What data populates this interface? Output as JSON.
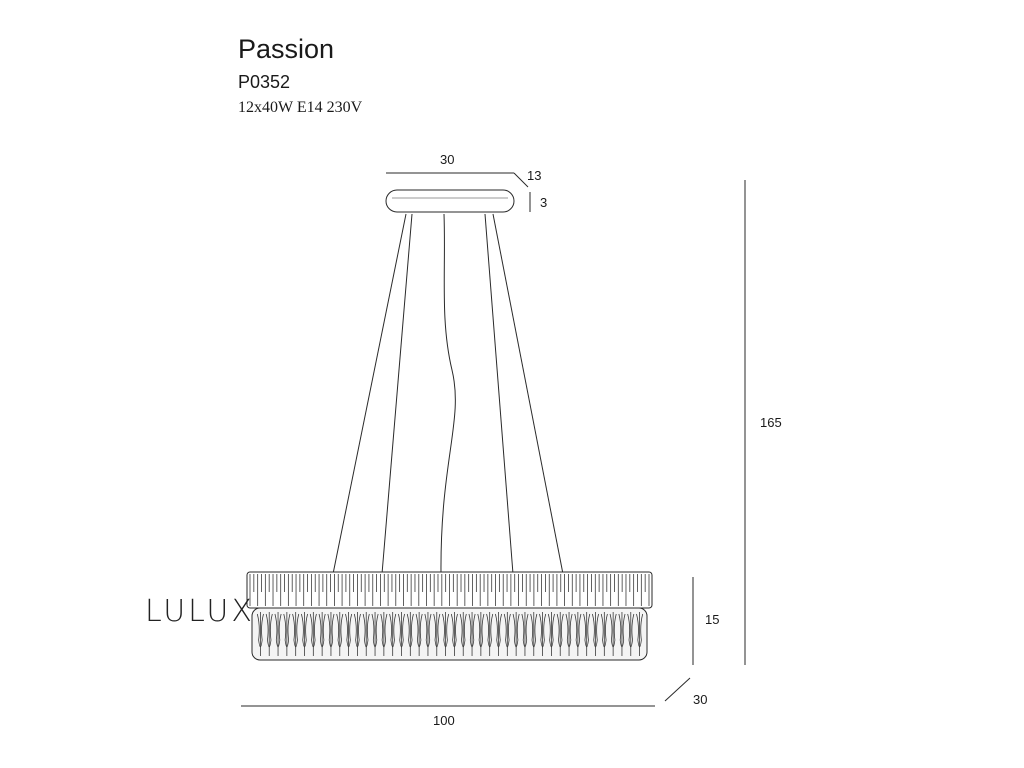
{
  "product": {
    "name": "Passion",
    "code": "P0352",
    "spec": "12x40W E14 230V"
  },
  "dimensions": {
    "canopy_width": "30",
    "canopy_depth": "13",
    "canopy_height": "3",
    "total_height": "165",
    "shade_height": "15",
    "shade_depth": "30",
    "shade_width": "100"
  },
  "brand": "LULUX",
  "colors": {
    "line": "#2a2a2a",
    "background": "#ffffff"
  }
}
